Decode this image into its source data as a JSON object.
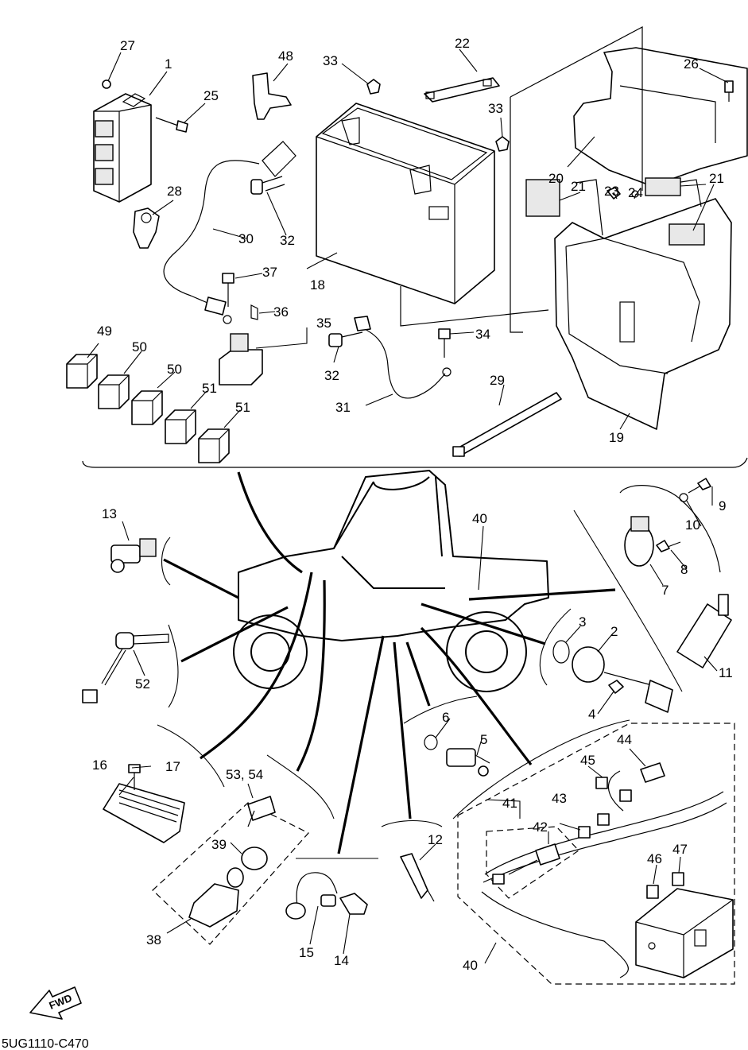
{
  "drawing_code": "5UG1110-C470",
  "fwd_label": "FWD",
  "callouts": {
    "c1": "1",
    "c2": "2",
    "c3": "3",
    "c4": "4",
    "c5": "5",
    "c6": "6",
    "c7": "7",
    "c8": "8",
    "c9": "9",
    "c10": "10",
    "c11": "11",
    "c12": "12",
    "c13": "13",
    "c14": "14",
    "c15": "15",
    "c16": "16",
    "c17": "17",
    "c18": "18",
    "c19": "19",
    "c20": "20",
    "c21a": "21",
    "c21b": "21",
    "c22": "22",
    "c23": "23",
    "c24": "24",
    "c25": "25",
    "c26": "26",
    "c27": "27",
    "c28": "28",
    "c29": "29",
    "c30": "30",
    "c31": "31",
    "c32a": "32",
    "c32b": "32",
    "c33a": "33",
    "c33b": "33",
    "c34": "34",
    "c35": "35",
    "c36": "36",
    "c37": "37",
    "c38": "38",
    "c39": "39",
    "c40a": "40",
    "c40b": "40",
    "c41": "41",
    "c42": "42",
    "c43": "43",
    "c44": "44",
    "c45": "45",
    "c46": "46",
    "c47": "47",
    "c48": "48",
    "c49": "49",
    "c50a": "50",
    "c50b": "50",
    "c51a": "51",
    "c51b": "51",
    "c52": "52",
    "c5354": "53, 54"
  }
}
